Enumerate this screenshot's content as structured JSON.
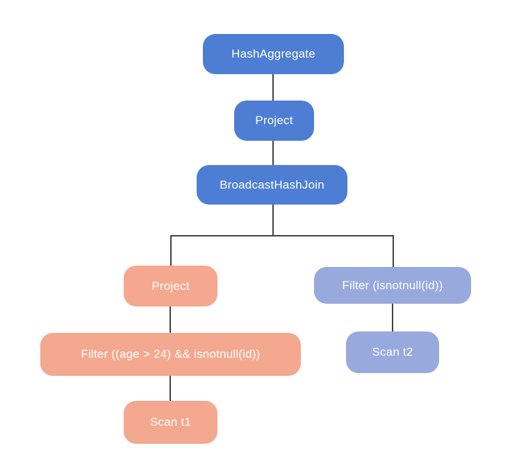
{
  "diagram": {
    "title": "Spark physical query plan tree",
    "background_color": "#ffffff",
    "edge_color": "#414141",
    "colors": {
      "primary_blue": "#4d7ed3",
      "salmon": "#f3a88f",
      "light_blue": "#97a9dd",
      "text": "#ffffff"
    },
    "nodes": [
      {
        "id": "hashaggregate",
        "label": "HashAggregate",
        "color": "#4d7ed3"
      },
      {
        "id": "project-upper",
        "label": "Project",
        "color": "#4d7ed3"
      },
      {
        "id": "broadcasthashjoin",
        "label": "BroadcastHashJoin",
        "color": "#4d7ed3"
      },
      {
        "id": "project-left",
        "label": "Project",
        "color": "#f3a88f"
      },
      {
        "id": "filter-left",
        "label": "Filter ((age > 24) && isnotnull(id))",
        "color": "#f3a88f"
      },
      {
        "id": "scan-t1",
        "label": "Scan t1",
        "color": "#f3a88f"
      },
      {
        "id": "filter-right",
        "label": "Filter (isnotnull(id))",
        "color": "#97a9dd"
      },
      {
        "id": "scan-t2",
        "label": "Scan t2",
        "color": "#97a9dd"
      }
    ],
    "edges": [
      {
        "from": "hashaggregate",
        "to": "project-upper"
      },
      {
        "from": "project-upper",
        "to": "broadcasthashjoin"
      },
      {
        "from": "broadcasthashjoin",
        "to": "project-left"
      },
      {
        "from": "broadcasthashjoin",
        "to": "filter-right"
      },
      {
        "from": "project-left",
        "to": "filter-left"
      },
      {
        "from": "filter-left",
        "to": "scan-t1"
      },
      {
        "from": "filter-right",
        "to": "scan-t2"
      }
    ]
  }
}
